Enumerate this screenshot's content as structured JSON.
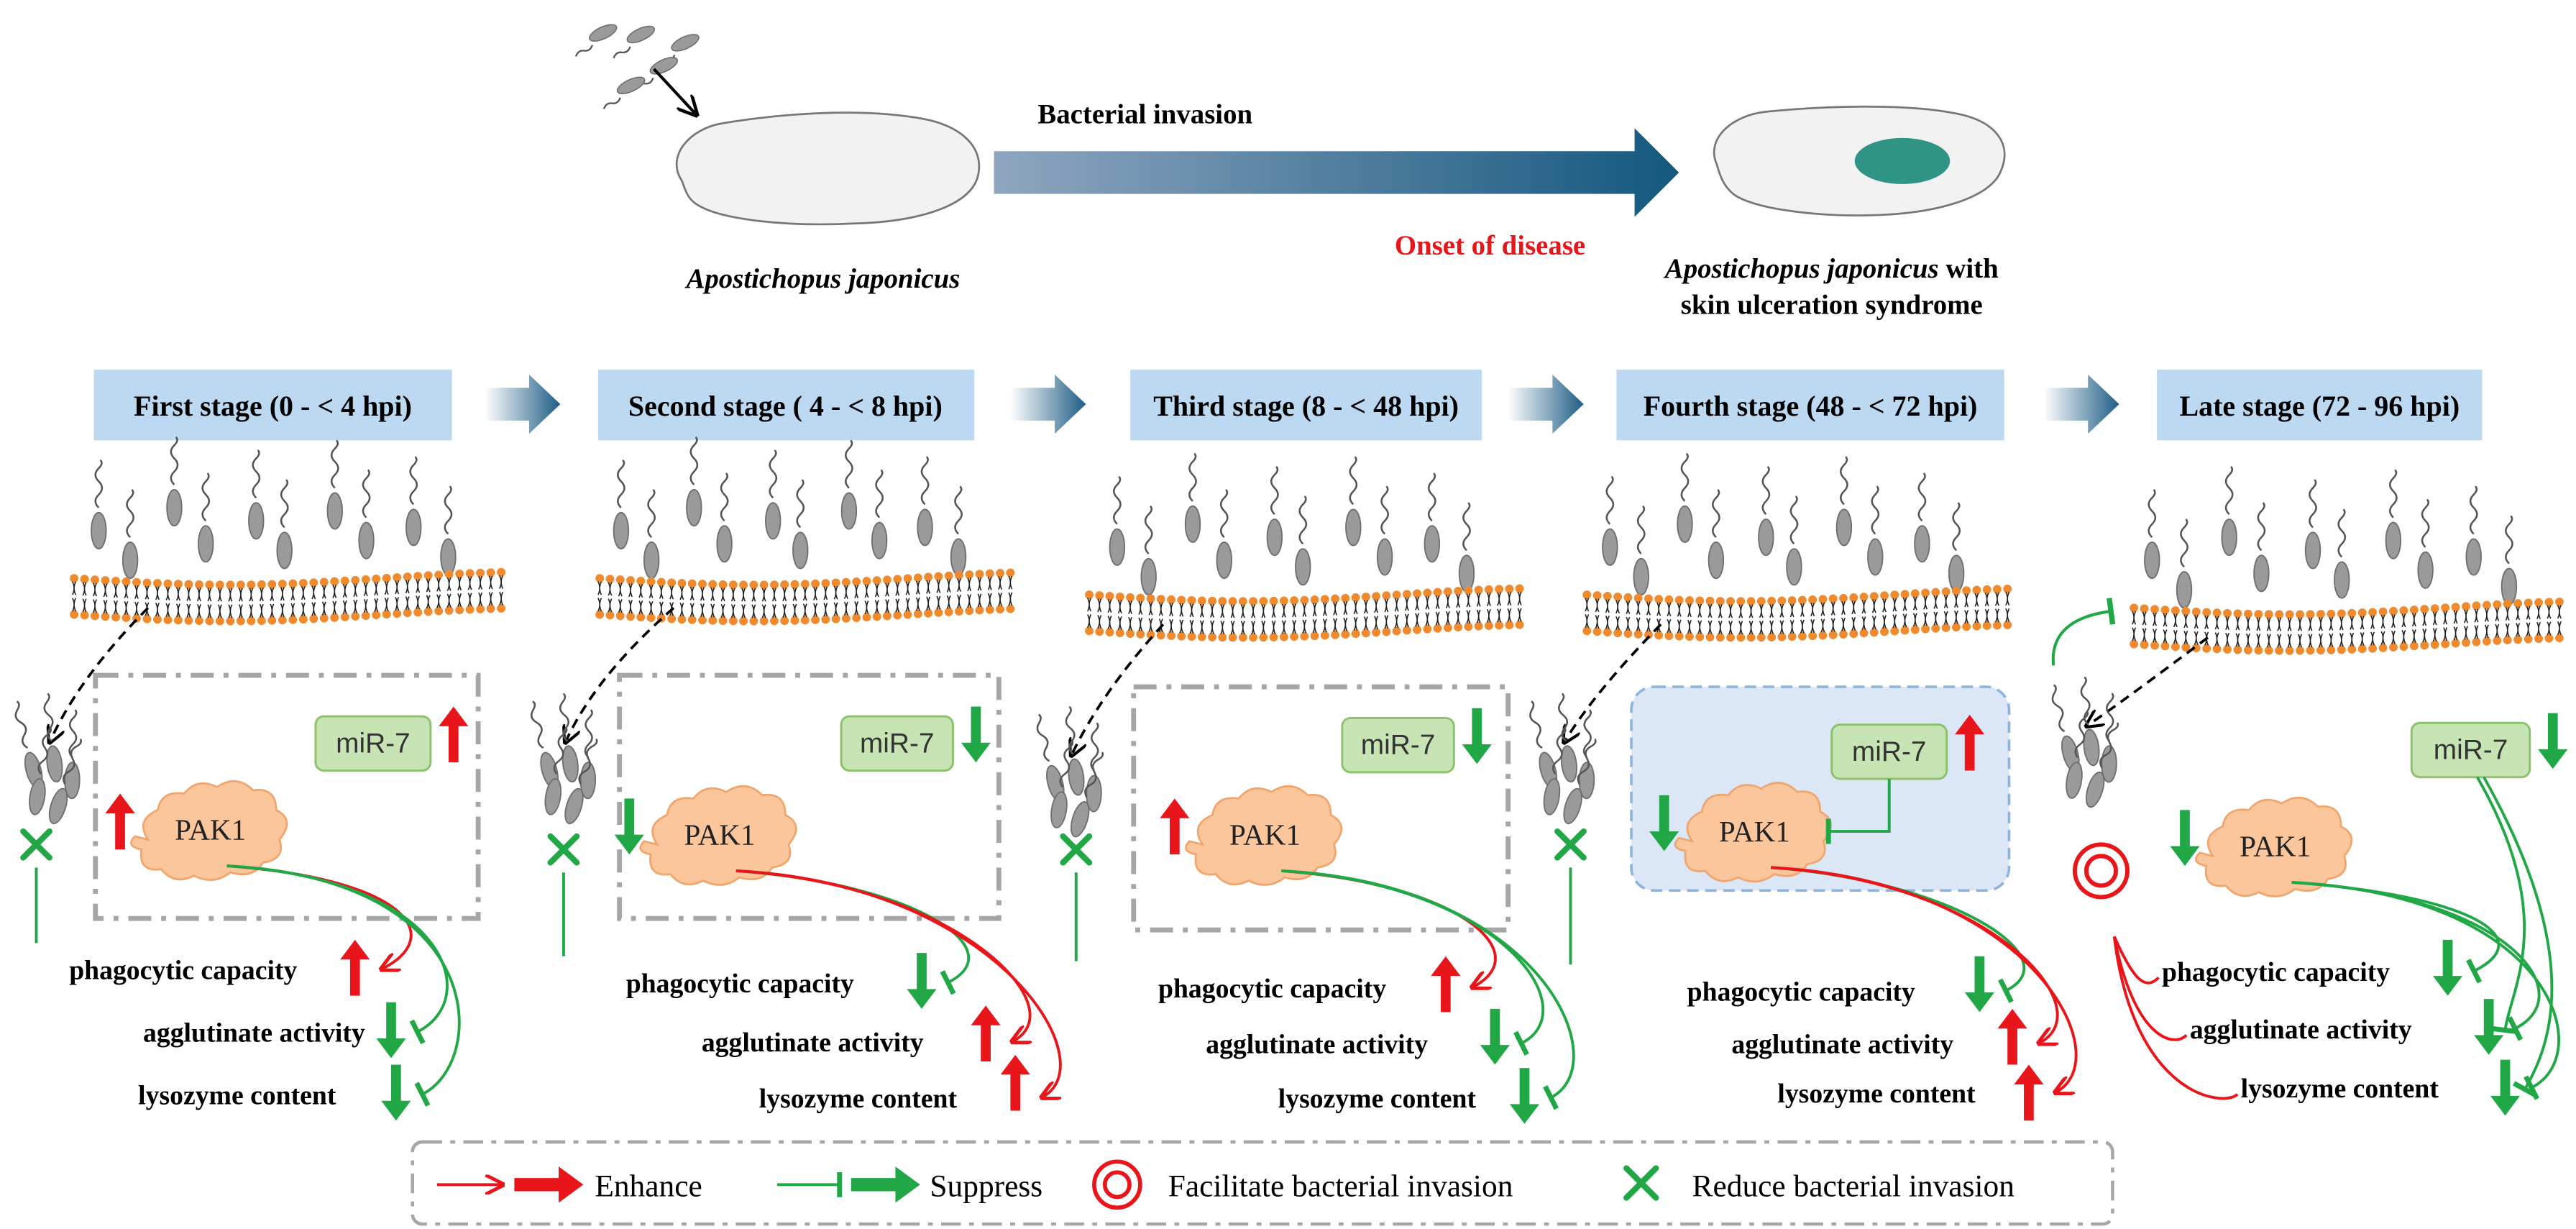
{
  "header": {
    "organism_label": "Apostichopus japonicus",
    "invasion_label": "Bacterial invasion",
    "onset_label": "Onset of disease",
    "diseased_label_italic": "Apostichopus japonicus",
    "diseased_label_suffix": " with",
    "diseased_label_line2": "skin ulceration syndrome"
  },
  "stages": [
    {
      "title": "First stage (0 - < 4 hpi)",
      "mir7": "up",
      "pak1": "up",
      "bacteria_effect": "reduce",
      "phagocytic": "up",
      "agglutinate": "down",
      "lysozyme": "down"
    },
    {
      "title": "Second stage ( 4 - < 8 hpi)",
      "mir7": "down",
      "pak1": "down",
      "bacteria_effect": "reduce",
      "phagocytic": "down",
      "agglutinate": "up",
      "lysozyme": "up"
    },
    {
      "title": "Third stage (8 - < 48 hpi)",
      "mir7": "down",
      "pak1": "up",
      "bacteria_effect": "reduce",
      "phagocytic": "up",
      "agglutinate": "down",
      "lysozyme": "down"
    },
    {
      "title": "Fourth stage (48 - < 72 hpi)",
      "mir7": "up",
      "pak1": "down",
      "bacteria_effect": "reduce",
      "phagocytic": "down",
      "agglutinate": "up",
      "lysozyme": "up"
    },
    {
      "title": "Late stage (72 - 96 hpi)",
      "mir7": "down",
      "pak1": "down",
      "bacteria_effect": "facilitate",
      "phagocytic": "down",
      "agglutinate": "down",
      "lysozyme": "down"
    }
  ],
  "nodes": {
    "mir7": "miR-7",
    "pak1": "PAK1",
    "phagocytic": "phagocytic capacity",
    "agglutinate": "agglutinate activity",
    "lysozyme": "lysozyme content"
  },
  "legend": {
    "enhance": "Enhance",
    "suppress": "Suppress",
    "facilitate": "Facilitate bacterial invasion",
    "reduce": "Reduce bacterial invasion"
  },
  "colors": {
    "red": "#e8161b",
    "green": "#21a746",
    "stage_box": "#bcd9f1",
    "mir7_box": "#c7e5b4",
    "pak1_cloud": "#fbc69c",
    "membrane_head": "#f08a2f",
    "bacterium": "#9a9a9a",
    "arrow_dark": "#1f5d85"
  }
}
